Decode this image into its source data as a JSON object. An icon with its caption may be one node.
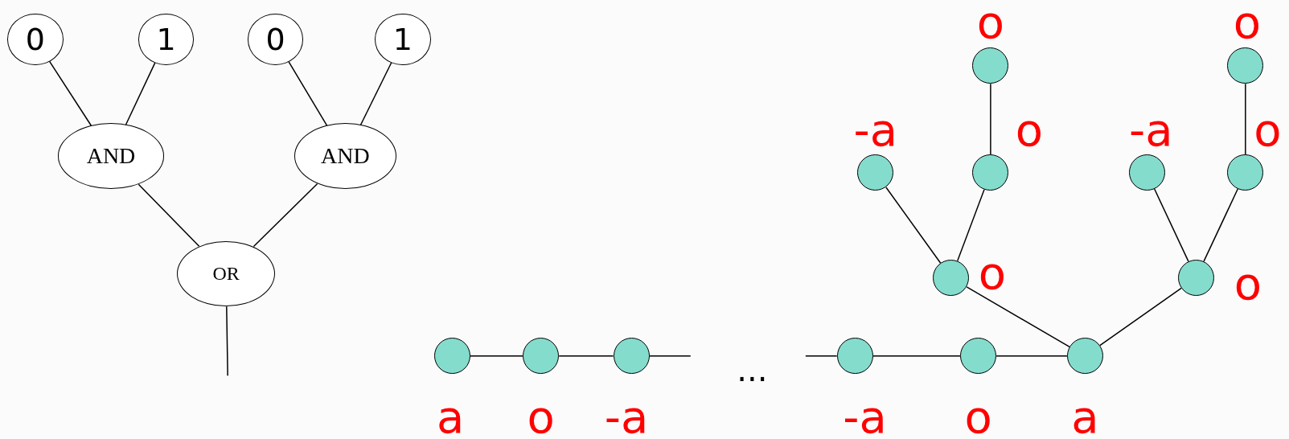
{
  "diagram": {
    "nodes": [
      {
        "text": [
          "0"
        ]
      },
      {
        "text": [
          "1"
        ]
      },
      {
        "text": [
          "0"
        ]
      },
      {
        "text": [
          "1"
        ]
      },
      {
        "text": [
          "AND"
        ]
      },
      {
        "text": [
          "AND"
        ]
      },
      {
        "text": [
          "OR"
        ]
      },
      {
        "text": [],
        "shape": "circle",
        "beside": [
          "o"
        ]
      },
      {
        "text": [],
        "shape": "circle",
        "beside": [
          "o"
        ]
      },
      {
        "text": [],
        "shape": "circle",
        "beside": [
          "-a"
        ]
      },
      {
        "text": [],
        "shape": "circle",
        "beside": [
          "o"
        ]
      },
      {
        "text": [],
        "shape": "circle",
        "beside": [
          "-a"
        ]
      },
      {
        "text": [],
        "shape": "circle",
        "beside": [
          "o"
        ]
      },
      {
        "text": [],
        "shape": "circle",
        "beside": [
          "o"
        ]
      },
      {
        "text": [],
        "shape": "circle",
        "beside": [
          "o"
        ]
      },
      {
        "text": [],
        "shape": "circle",
        "beside": [
          "a"
        ]
      },
      {
        "text": [],
        "shape": "circle",
        "beside": [
          "o"
        ]
      },
      {
        "text": [],
        "shape": "circle",
        "beside": [
          "-a"
        ]
      },
      {
        "text": [],
        "shape": "circle",
        "beside": [
          "-a"
        ]
      },
      {
        "text": [],
        "shape": "circle",
        "beside": [
          "o"
        ]
      },
      {
        "text": [],
        "shape": "circle",
        "beside": [
          "a"
        ]
      }
    ],
    "edges": [
      {
        "from": 0,
        "to": 4,
        "arrow": "none"
      },
      {
        "from": 1,
        "to": 4,
        "arrow": "none"
      },
      {
        "from": 2,
        "to": 5,
        "arrow": "none"
      },
      {
        "from": 3,
        "to": 5,
        "arrow": "none"
      },
      {
        "from": 4,
        "to": 6,
        "arrow": "none"
      },
      {
        "from": 5,
        "to": 6,
        "arrow": "none"
      },
      {
        "from": 6,
        "to": null,
        "arrow": "none"
      },
      {
        "from": 7,
        "to": 10,
        "arrow": "none"
      },
      {
        "from": 9,
        "to": 13,
        "arrow": "none"
      },
      {
        "from": 10,
        "to": 13,
        "arrow": "none"
      },
      {
        "from": 8,
        "to": 12,
        "arrow": "none"
      },
      {
        "from": 11,
        "to": 14,
        "arrow": "none"
      },
      {
        "from": 12,
        "to": 14,
        "arrow": "none"
      },
      {
        "from": 13,
        "to": 20,
        "arrow": "none"
      },
      {
        "from": 14,
        "to": 20,
        "arrow": "none"
      },
      {
        "from": 15,
        "to": 16,
        "arrow": "none"
      },
      {
        "from": 16,
        "to": 17,
        "arrow": "none"
      },
      {
        "from": 17,
        "to": null,
        "arrow": "none"
      },
      {
        "from": null,
        "to": 18,
        "arrow": "none"
      },
      {
        "from": 18,
        "to": 19,
        "arrow": "none"
      },
      {
        "from": 19,
        "to": 20,
        "arrow": "none"
      }
    ],
    "labels": [
      "..."
    ]
  }
}
